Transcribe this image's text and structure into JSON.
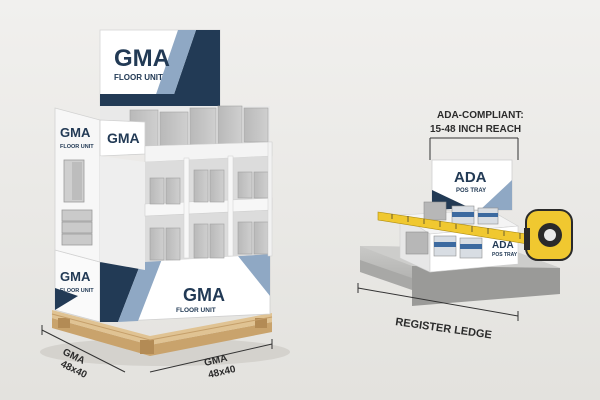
{
  "floor_unit": {
    "header_brand": "GMA",
    "header_label": "FLOOR UNIT",
    "left_side_brand": "GMA",
    "left_side_label": "FLOOR UNIT",
    "top_front_brand": "GMA",
    "base_left_brand": "GMA",
    "base_left_label": "FLOOR UNIT",
    "base_front_brand": "GMA",
    "base_front_label": "FLOOR UNIT"
  },
  "pallet_dimensions": {
    "left_line1": "GMA",
    "left_line2": "48x40",
    "right_line1": "GMA",
    "right_line2": "48x40"
  },
  "pos_tray": {
    "title": "ADA",
    "label": "POS TRAY",
    "side_brand": "ADA",
    "side_label": "POS TRAY",
    "callout_line1": "ADA-COMPLIANT:",
    "callout_line2": "15-48 INCH REACH"
  },
  "register": {
    "label": "REGISTER LEDGE"
  },
  "colors": {
    "brand_navy": "#223a55",
    "brand_blue": "#8fa8c4",
    "tape_yellow": "#f0c830",
    "wood": "#d9b98a"
  }
}
